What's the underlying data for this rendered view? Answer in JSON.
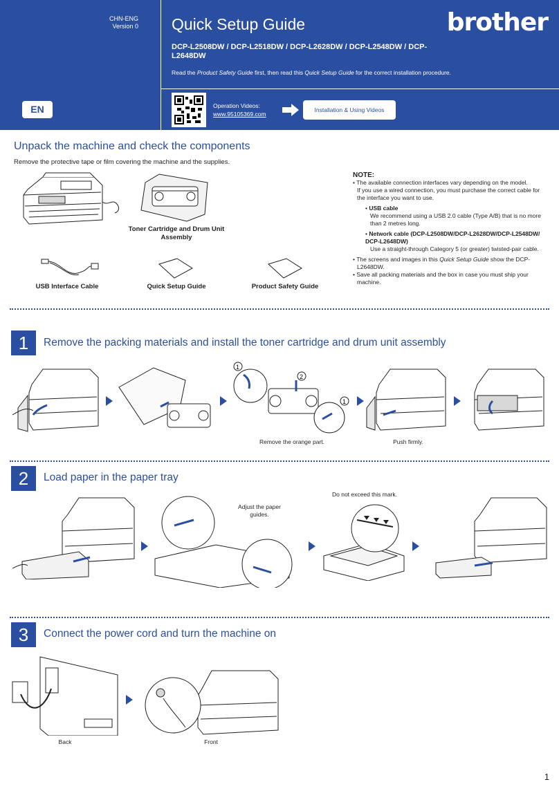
{
  "header": {
    "region": "CHN-ENG",
    "version": "Version 0",
    "language": "EN",
    "title": "Quick Setup Guide",
    "brand": "brother",
    "models": "DCP-L2508DW / DCP-L2518DW / DCP-L2628DW / DCP-L2548DW / DCP-L2648DW",
    "safety_pre": "Read the ",
    "safety_doc1": "Product Safety Guide",
    "safety_mid": " first, then read this ",
    "safety_doc2": "Quick Setup Guide",
    "safety_post": " for the correct installation procedure.",
    "videos_label": "Operation Videos:",
    "videos_url": "www.95105369.com",
    "videos_button": "Installation & Using Videos"
  },
  "unpack": {
    "title": "Unpack the machine and check the components",
    "subtitle": "Remove the protective tape or film covering the machine and the supplies.",
    "components": {
      "toner": "Toner Cartridge and Drum Unit Assembly",
      "usb": "USB Interface Cable",
      "qsg": "Quick Setup Guide",
      "psg": "Product Safety Guide"
    },
    "note": {
      "title": "NOTE:",
      "item1_a": "The available connection interfaces vary depending on the model.",
      "item1_b": "If you use a wired connection, you must purchase the correct cable for the interface you want to use.",
      "usb_title": "USB cable",
      "usb_text": "We recommend using a USB 2.0 cable (Type A/B) that is no more than 2 metres long.",
      "net_title": "Network cable (DCP-L2508DW/DCP-L2628DW/DCP-L2548DW/ DCP-L2648DW)",
      "net_text": "Use a straight-through Category 5 (or greater) twisted-pair cable.",
      "item2_pre": "The screens and images in this ",
      "item2_doc": "Quick Setup Guide",
      "item2_post": " show the DCP-L2648DW.",
      "item3": "Save all packing materials and the box in case you must ship your machine."
    }
  },
  "steps": [
    {
      "number": "1",
      "title": "Remove the packing materials and install the toner cartridge and drum unit assembly",
      "captions": [
        "Remove the orange part.",
        "Push firmly."
      ]
    },
    {
      "number": "2",
      "title": "Load paper in the paper tray",
      "captions": [
        "Adjust the paper guides.",
        "Do not exceed this mark."
      ]
    },
    {
      "number": "3",
      "title": "Connect the power cord and turn the machine on",
      "captions": [
        "Back",
        "Front"
      ]
    }
  ],
  "page_number": "1",
  "colors": {
    "brand_blue": "#2b4fa0",
    "text": "#231f20"
  }
}
